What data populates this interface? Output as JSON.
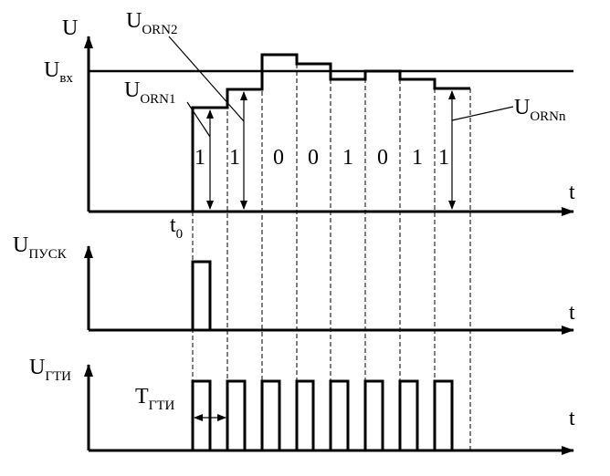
{
  "axes": {
    "u": "U",
    "t1": "t",
    "t2": "t",
    "t3": "t"
  },
  "labels": {
    "u_main": "U",
    "u_in_sub": "вх",
    "u_orn2_main": "U",
    "u_orn2_sub": "ORN2",
    "u_orn1_main": "U",
    "u_orn1_sub": "ORN1",
    "u_ornn_main": "U",
    "u_ornn_sub": "ORNn",
    "t0_main": "t",
    "t0_sub": "0",
    "u_start_main": "U",
    "u_start_sub": "ПУСК",
    "u_gti_main": "U",
    "u_gti_sub": "ГТИ",
    "t_gti_main": "T",
    "t_gti_sub": "ГТИ"
  },
  "bits": [
    "1",
    "1",
    "0",
    "0",
    "1",
    "0",
    "1",
    "1"
  ]
}
